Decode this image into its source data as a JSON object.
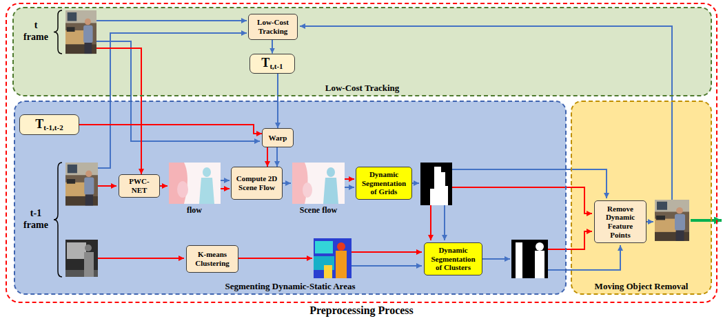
{
  "diagram": {
    "nodes": [
      {
        "text": [
          "Preprocessing Process"
        ]
      },
      {
        "text": [
          "Low-Cost Tracking"
        ],
        "in": 0
      },
      {
        "text": [
          "Low-Cost Tracking"
        ],
        "in": 1
      },
      {
        "text": [
          "T",
          "t,t-1"
        ],
        "in": 1
      },
      {
        "text": [
          "Segmenting Dynamic-Static Areas"
        ],
        "in": 0
      },
      {
        "text": [
          "T",
          "t-1,t-2"
        ],
        "in": 4
      },
      {
        "text": [
          "Warp"
        ],
        "in": 4
      },
      {
        "text": [
          "PWC-NET"
        ],
        "in": 4
      },
      {
        "text": [
          "Compute 2D Scene Flow"
        ],
        "in": 4
      },
      {
        "text": [
          "Dynamic Segmentation of Grids"
        ],
        "in": 4
      },
      {
        "text": [
          "K-means Clustering"
        ],
        "in": 4
      },
      {
        "text": [
          "Dynamic Segmentation of Clusters"
        ],
        "in": 4
      },
      {
        "text": [
          "Moving Object Removal"
        ],
        "in": 0
      },
      {
        "text": [
          "Remove Dynamic Feature Points"
        ],
        "in": 12
      }
    ],
    "edges": [
      {
        "from": 2,
        "to": 3,
        "arrow": "to"
      },
      {
        "from": 3,
        "to": 6,
        "arrow": "to"
      },
      {
        "from": 5,
        "to": 6,
        "arrow": "to"
      },
      {
        "from": 6,
        "to": 8,
        "arrow": "to"
      },
      {
        "from": 6,
        "to": 8,
        "arrow": "to"
      }
    ],
    "labels": [
      "t frame",
      "t-1 frame",
      "flow",
      "Scene flow"
    ]
  }
}
